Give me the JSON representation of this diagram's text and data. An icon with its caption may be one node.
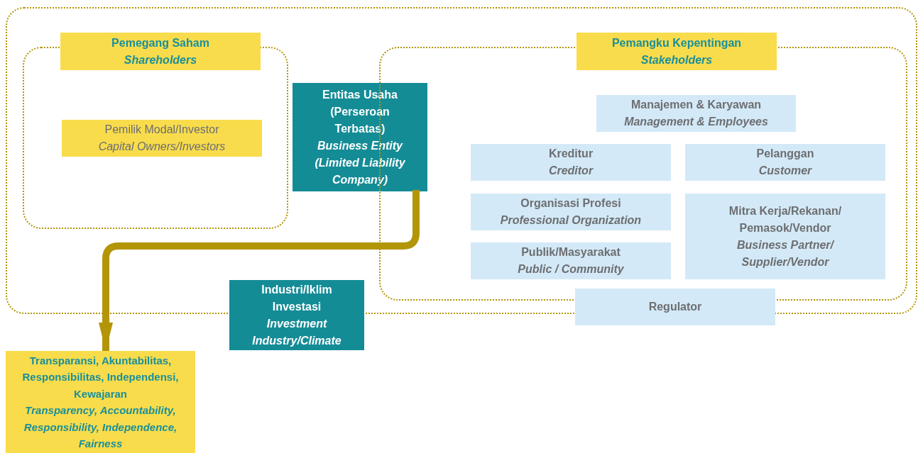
{
  "diagram": {
    "nodes": [
      {
        "text": [],
        "shape": "box"
      },
      {
        "text": [],
        "shape": "box",
        "in": 0
      },
      {
        "text": [
          "Pemegang Saham",
          "Shareholders"
        ],
        "in": 0
      },
      {
        "text": [
          "Pemilik Modal/Investor",
          "Capital Owners/Investors"
        ],
        "in": 1
      },
      {
        "text": [
          "Entitas Usaha (Perseroan Terbatas)",
          "Business Entity (Limited Liability Company)"
        ],
        "in": 0
      },
      {
        "text": [],
        "shape": "box",
        "in": 0
      },
      {
        "text": [
          "Pemangku Kepentingan",
          "Stakeholders"
        ],
        "in": 0
      },
      {
        "text": [
          "Manajemen & Karyawan",
          "Management & Employees"
        ],
        "in": 5
      },
      {
        "text": [
          "Kreditur",
          "Creditor"
        ],
        "in": 5
      },
      {
        "text": [
          "Pelanggan",
          "Customer"
        ],
        "in": 5
      },
      {
        "text": [
          "Organisasi Profesi",
          "Professional Organization"
        ],
        "in": 5
      },
      {
        "text": [
          "Mitra Kerja/Rekanan/ Pemasok/Vendor",
          "Business Partner/ Supplier/Vendor"
        ],
        "in": 5
      },
      {
        "text": [
          "Publik/Masyarakat",
          "Public / Community"
        ],
        "in": 5
      },
      {
        "text": [
          "Industri/Iklim Investasi",
          "Investment Industry/Climate"
        ]
      },
      {
        "text": [
          "Regulator"
        ]
      },
      {
        "text": [
          "Transparansi, Akuntabilitas, Responsibilitas, Independensi, Kewajaran",
          "Transparency, Accountability, Responsibility, Independence, Fairness"
        ]
      }
    ],
    "edges": [
      {
        "from": 4,
        "to": 15,
        "arrow": "to"
      }
    ]
  }
}
